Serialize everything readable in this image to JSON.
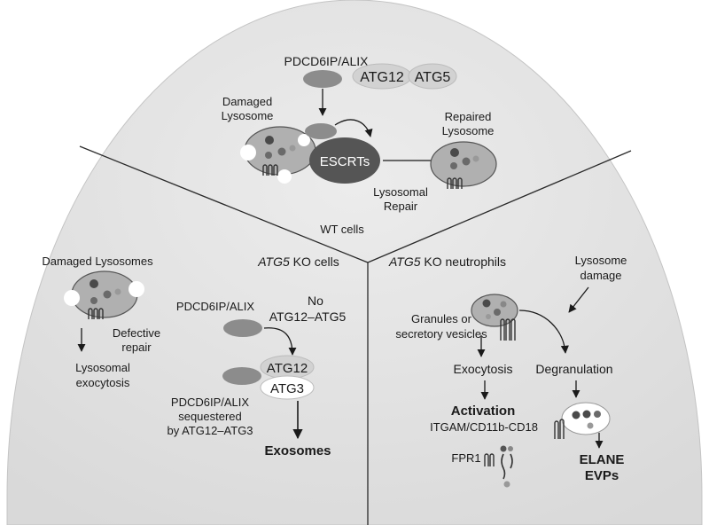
{
  "wt": {
    "alix": "PDCD6IP/ALIX",
    "atg12": "ATG12",
    "atg5": "ATG5",
    "damaged_1": "Damaged",
    "damaged_2": "Lysosome",
    "repaired_1": "Repaired",
    "repaired_2": "Lysosome",
    "escrts": "ESCRTs",
    "repair_1": "Lysosomal",
    "repair_2": "Repair",
    "cells": "WT cells"
  },
  "ko_cells": {
    "title_gene": "ATG5",
    "title_rest": " KO cells",
    "damaged": "Damaged Lysosomes",
    "defective_1": "Defective",
    "defective_2": "repair",
    "exocytosis_1": "Lysosomal",
    "exocytosis_2": "exocytosis",
    "no_1": "No",
    "no_2": "ATG12–ATG5",
    "alix": "PDCD6IP/ALIX",
    "atg12": "ATG12",
    "atg3": "ATG3",
    "seq_1": "PDCD6IP/ALIX",
    "seq_2": "sequestered",
    "seq_3": "by ATG12–ATG3",
    "exosomes": "Exosomes"
  },
  "ko_neut": {
    "title_gene": "ATG5",
    "title_rest": " KO neutrophils",
    "damage_1": "Lysosome",
    "damage_2": "damage",
    "granules_1": "Granules or",
    "granules_2": "secretory vesicles",
    "exocytosis": "Exocytosis",
    "degranulation": "Degranulation",
    "activation": "Activation",
    "itgam": "ITGAM/CD11b-CD18",
    "fpr1": "FPR1",
    "elane_1": "ELANE",
    "elane_2": "EVPs"
  },
  "colors": {
    "background": "#e2e2e2",
    "vesicle": "#b0b0b0",
    "alix_oval": "#8c8c8c",
    "escrt": "#555555",
    "atg_oval": "#d2d2d2",
    "dark_dot": "#4a4a4a"
  }
}
